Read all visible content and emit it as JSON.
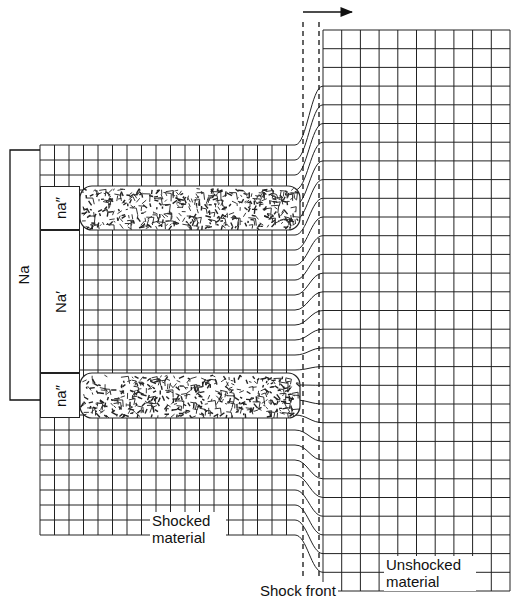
{
  "diagram": {
    "nodes": [
      {
        "text": [
          "na″"
        ]
      },
      {
        "text": [
          "Na′"
        ]
      },
      {
        "text": [
          "na″"
        ]
      }
    ],
    "labels": [
      "Na",
      "Shocked material",
      "Shock front",
      "Unshocked material"
    ]
  }
}
